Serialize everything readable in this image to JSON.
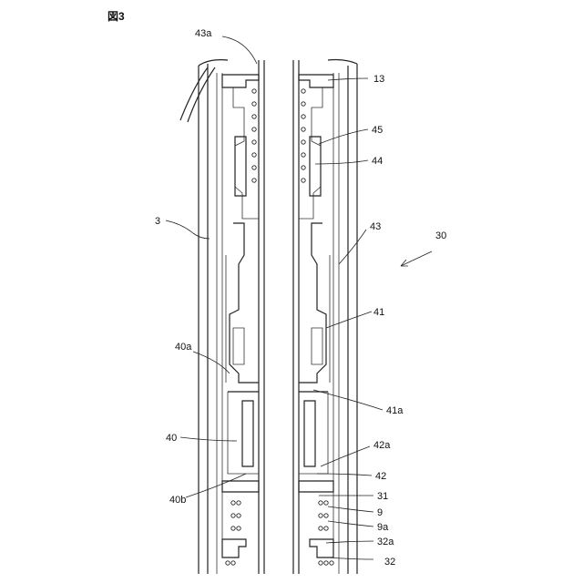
{
  "figure": {
    "title": "図3"
  },
  "labels": {
    "l43a": "43a",
    "l13": "13",
    "l45": "45",
    "l44": "44",
    "l3": "3",
    "l43": "43",
    "l30": "30",
    "l41": "41",
    "l40a": "40a",
    "l41a": "41a",
    "l40": "40",
    "l42a": "42a",
    "l42": "42",
    "l40b": "40b",
    "l31": "31",
    "l9": "9",
    "l9a": "9a",
    "l32a": "32a",
    "l32": "32"
  }
}
